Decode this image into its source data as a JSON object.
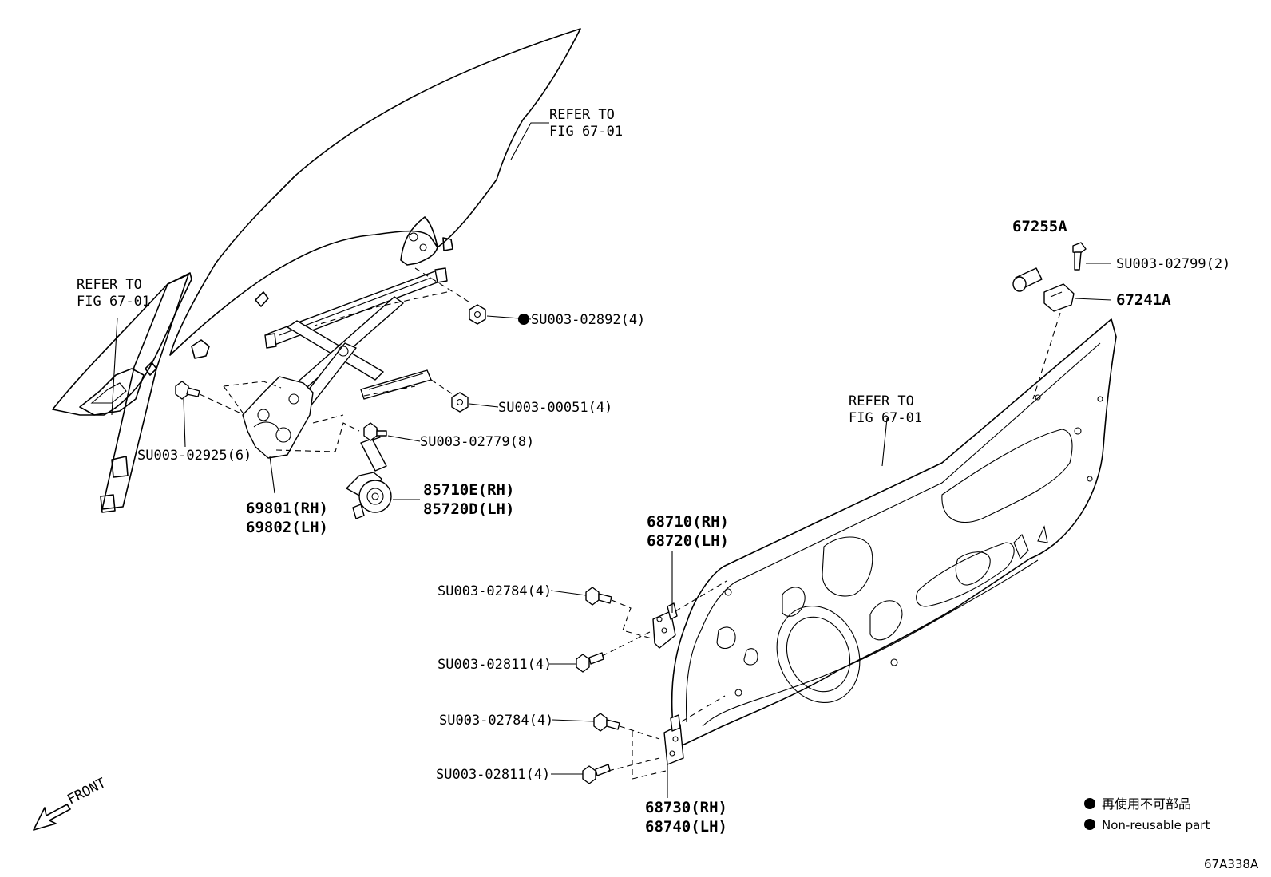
{
  "labels": {
    "refer_glass": [
      "REFER TO",
      "FIG 67-01"
    ],
    "refer_quarter": [
      "REFER TO",
      "FIG 67-01"
    ],
    "refer_door": [
      "REFER TO",
      "FIG 67-01"
    ],
    "su_02892": "SU003-02892(4)",
    "su_00051": "SU003-00051(4)",
    "su_02779": "SU003-02779(8)",
    "su_02925": "SU003-02925(6)",
    "regulator": [
      "69801(RH)",
      "69802(LH)"
    ],
    "motor": [
      "85710E(RH)",
      "85720D(LH)"
    ],
    "p67255a": "67255A",
    "su_02799": "SU003-02799(2)",
    "p67241a": "67241A",
    "upper_hinge": [
      "68710(RH)",
      "68720(LH)"
    ],
    "su_02784_upper": "SU003-02784(4)",
    "su_02811_upper": "SU003-02811(4)",
    "su_02784_lower": "SU003-02784(4)",
    "su_02811_lower": "SU003-02811(4)",
    "lower_hinge": [
      "68730(RH)",
      "68740(LH)"
    ],
    "front": "FRONT",
    "legend_ja": "再使用不可部品",
    "legend_en": "Non-reusable part",
    "figure_code": "67A338A"
  }
}
